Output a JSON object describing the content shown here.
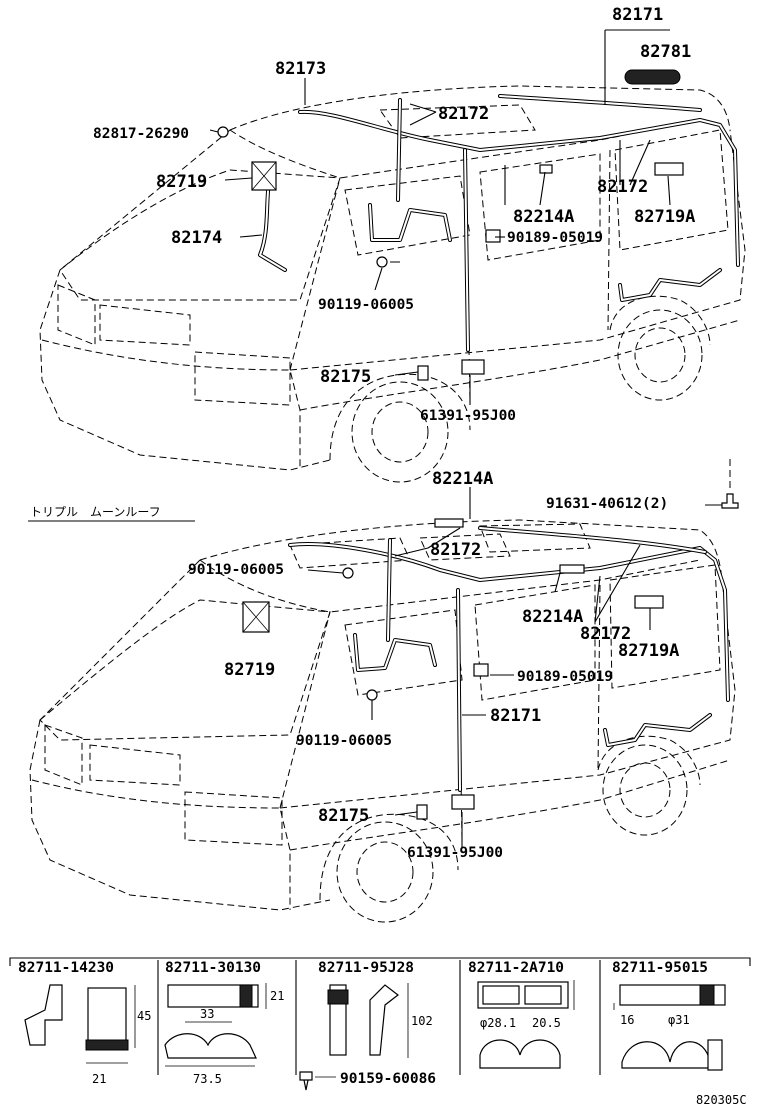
{
  "diagram": {
    "top_view": {
      "labels": [
        {
          "id": "t82171",
          "text": "82171"
        },
        {
          "id": "t82781",
          "text": "82781"
        },
        {
          "id": "t82173",
          "text": "82173"
        },
        {
          "id": "t82172a",
          "text": "82172"
        },
        {
          "id": "t82817",
          "text": "82817-26290"
        },
        {
          "id": "t82719",
          "text": "82719"
        },
        {
          "id": "t82172b",
          "text": "82172"
        },
        {
          "id": "t82214a",
          "text": "82214A"
        },
        {
          "id": "t82719a",
          "text": "82719A"
        },
        {
          "id": "t82174",
          "text": "82174"
        },
        {
          "id": "t90189",
          "text": "90189-05019"
        },
        {
          "id": "t90119",
          "text": "90119-06005"
        },
        {
          "id": "t82175",
          "text": "82175"
        },
        {
          "id": "t61391",
          "text": "61391-95J00"
        }
      ]
    },
    "section_title": "トリプル　ムーンルーフ",
    "bottom_view": {
      "labels": [
        {
          "id": "b82214a1",
          "text": "82214A"
        },
        {
          "id": "b91631",
          "text": "91631-40612(2)"
        },
        {
          "id": "b82172a",
          "text": "82172"
        },
        {
          "id": "b90119a",
          "text": "90119-06005"
        },
        {
          "id": "b82214a2",
          "text": "82214A"
        },
        {
          "id": "b82172b",
          "text": "82172"
        },
        {
          "id": "b82719",
          "text": "82719"
        },
        {
          "id": "b82719a",
          "text": "82719A"
        },
        {
          "id": "b90189",
          "text": "90189-05019"
        },
        {
          "id": "b82171",
          "text": "82171"
        },
        {
          "id": "b90119b",
          "text": "90119-06005"
        },
        {
          "id": "b82175",
          "text": "82175"
        },
        {
          "id": "b61391",
          "text": "61391-95J00"
        }
      ]
    },
    "clamps": [
      {
        "part": "82711-14230",
        "dims": [
          "45",
          "21"
        ]
      },
      {
        "part": "82711-30130",
        "dims": [
          "21",
          "33",
          "73.5"
        ]
      },
      {
        "part": "82711-95J28",
        "dims": [
          "102"
        ],
        "extra": "90159-60086"
      },
      {
        "part": "82711-2A710",
        "dims": [
          "φ28.1",
          "20.5"
        ]
      },
      {
        "part": "82711-95015",
        "dims": [
          "16",
          "φ31"
        ]
      }
    ],
    "figure_code": "820305C"
  }
}
